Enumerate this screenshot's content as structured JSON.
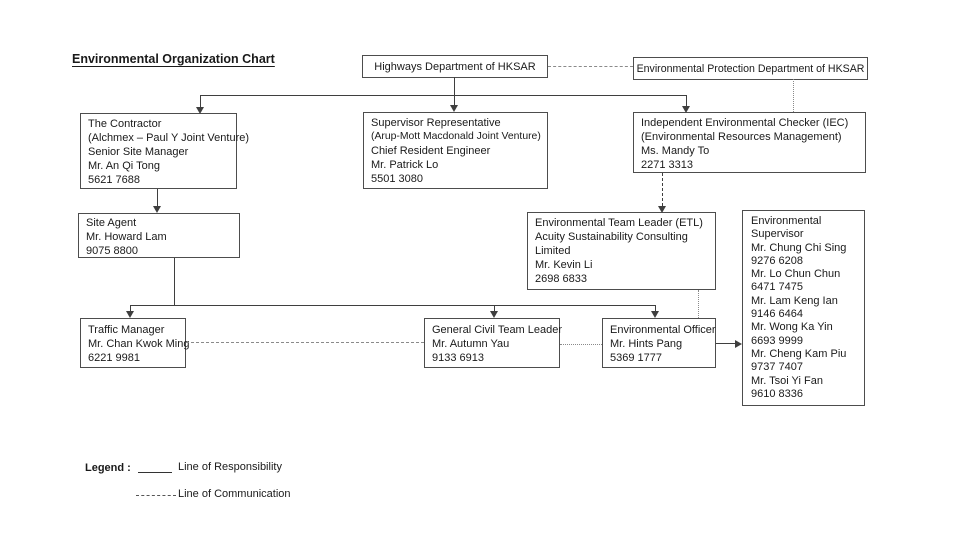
{
  "page": {
    "title": "Environmental Organization Chart"
  },
  "boxes": {
    "highways": {
      "title": "Highways Department of HKSAR"
    },
    "epd": {
      "title": "Environmental Protection Department of HKSAR"
    },
    "contractor": {
      "lines": [
        "The Contractor",
        "(Alchmex – Paul Y Joint Venture)",
        "Senior Site Manager",
        "Mr. An Qi Tong",
        "5621 7688"
      ]
    },
    "supervisor_rep": {
      "lines": [
        "Supervisor Representative",
        "(Arup-Mott Macdonald Joint Venture)",
        "Chief Resident Engineer",
        "Mr. Patrick Lo",
        "5501 3080"
      ]
    },
    "iec": {
      "lines": [
        "Independent Environmental Checker (IEC)",
        "(Environmental Resources Management)",
        "Ms. Mandy To",
        "2271 3313"
      ]
    },
    "site_agent": {
      "lines": [
        "Site Agent",
        "Mr. Howard Lam",
        "9075 8800"
      ]
    },
    "etl": {
      "lines": [
        "Environmental Team Leader (ETL)",
        "Acuity Sustainability Consulting",
        "Limited",
        "Mr. Kevin Li",
        "2698 6833"
      ]
    },
    "env_supervisor": {
      "lines": [
        "Environmental",
        "Supervisor",
        "Mr. Chung Chi Sing",
        "9276 6208",
        "Mr. Lo Chun Chun",
        "6471 7475",
        "Mr. Lam Keng Ian",
        "9146 6464",
        "Mr. Wong Ka Yin",
        "6693 9999",
        "Mr. Cheng Kam Piu",
        "9737 7407",
        "Mr. Tsoi Yi Fan",
        "9610 8336"
      ]
    },
    "traffic_manager": {
      "lines": [
        "Traffic Manager",
        "Mr. Chan Kwok Ming",
        "6221 9981"
      ]
    },
    "civil_team_leader": {
      "lines": [
        "General Civil Team Leader",
        "Mr. Autumn Yau",
        "9133 6913"
      ]
    },
    "env_officer": {
      "lines": [
        "Environmental Officer",
        "Mr. Hints Pang",
        "5369 1777"
      ]
    }
  },
  "legend": {
    "label": "Legend :",
    "responsibility_label": "Line of Responsibility",
    "communication_label": "Line of Communication"
  },
  "colors": {
    "solid_line": "#3f3f3f",
    "dashed_line": "#8a8a8a",
    "box_border": "#4d4d4d",
    "text": "#1a1a1a",
    "background": "#ffffff"
  }
}
